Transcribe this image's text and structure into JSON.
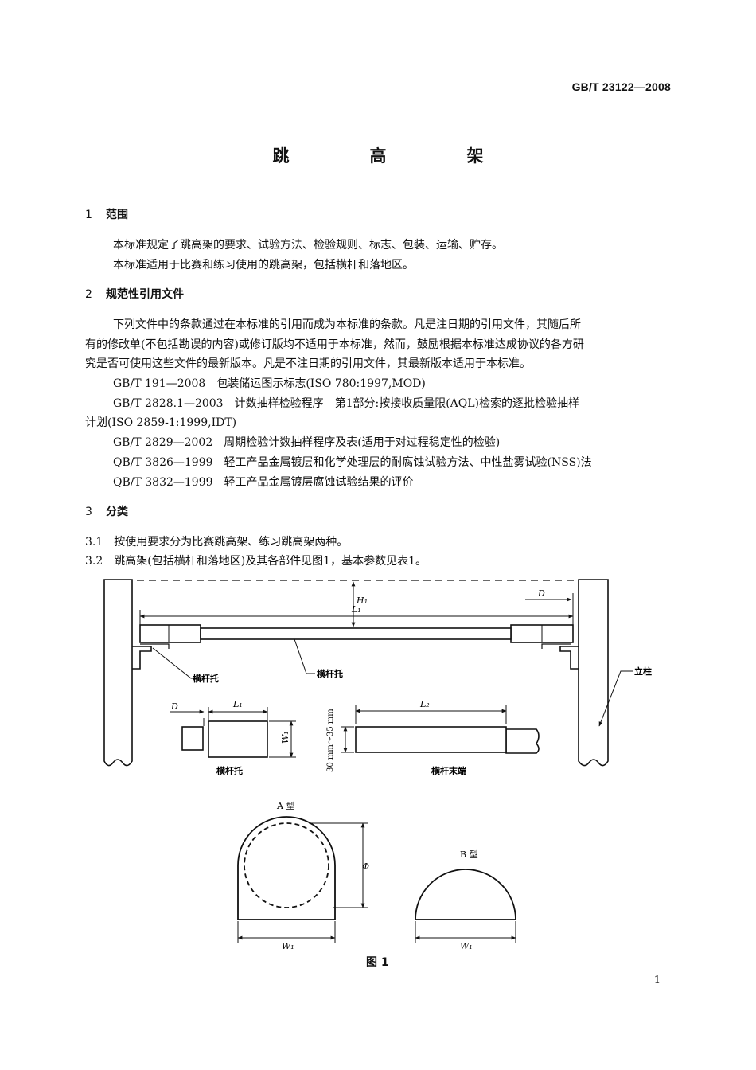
{
  "header": {
    "standard_code": "GB/T 23122—2008"
  },
  "title": "跳　高　架",
  "sections": [
    {
      "num": "1",
      "title": "范围"
    },
    {
      "num": "2",
      "title": "规范性引用文件"
    },
    {
      "num": "3",
      "title": "分类"
    }
  ],
  "scope": {
    "p1": "本标准规定了跳高架的要求、试验方法、检验规则、标志、包装、运输、贮存。",
    "p2": "本标准适用于比赛和练习使用的跳高架，包括横杆和落地区。"
  },
  "references": {
    "intro_l1": "下列文件中的条款通过在本标准的引用而成为本标准的条款。凡是注日期的引用文件，其随后所",
    "intro_l2": "有的修改单(不包括勘误的内容)或修订版均不适用于本标准，然而，鼓励根据本标准达成协议的各方研",
    "intro_l3": "究是否可使用这些文件的最新版本。凡是不注日期的引用文件，其最新版本适用于本标准。",
    "r1": "GB/T 191—2008　包装储运图示标志(ISO 780:1997,MOD)",
    "r2_l1": "GB/T 2828.1—2003　计数抽样检验程序　第1部分:按接收质量限(AQL)检索的逐批检验抽样",
    "r2_l2": "计划(ISO 2859-1:1999,IDT)",
    "r3": "GB/T 2829—2002　周期检验计数抽样程序及表(适用于对过程稳定性的检验)",
    "r4": "QB/T 3826—1999　轻工产品金属镀层和化学处理层的耐腐蚀试验方法、中性盐雾试验(NSS)法",
    "r5": "QB/T 3832—1999　轻工产品金属镀层腐蚀试验结果的评价"
  },
  "classification": {
    "c1": "3.1　按使用要求分为比赛跳高架、练习跳高架两种。",
    "c2": "3.2　跳高架(包括横杆和落地区)及其各部件见图1，基本参数见表1。"
  },
  "figure": {
    "labels": {
      "H1": "H₁",
      "L1": "L₁",
      "D": "D",
      "L2": "L₂",
      "W1": "W₁",
      "Phi": "Φ",
      "crossbar_support": "横杆托",
      "upright": "立柱",
      "crossbar_end": "横杆末端",
      "dim_range": "30 mm～35 mm",
      "type_a": "A 型",
      "type_b": "B 型"
    },
    "caption": "图 1"
  },
  "page_number": "1"
}
